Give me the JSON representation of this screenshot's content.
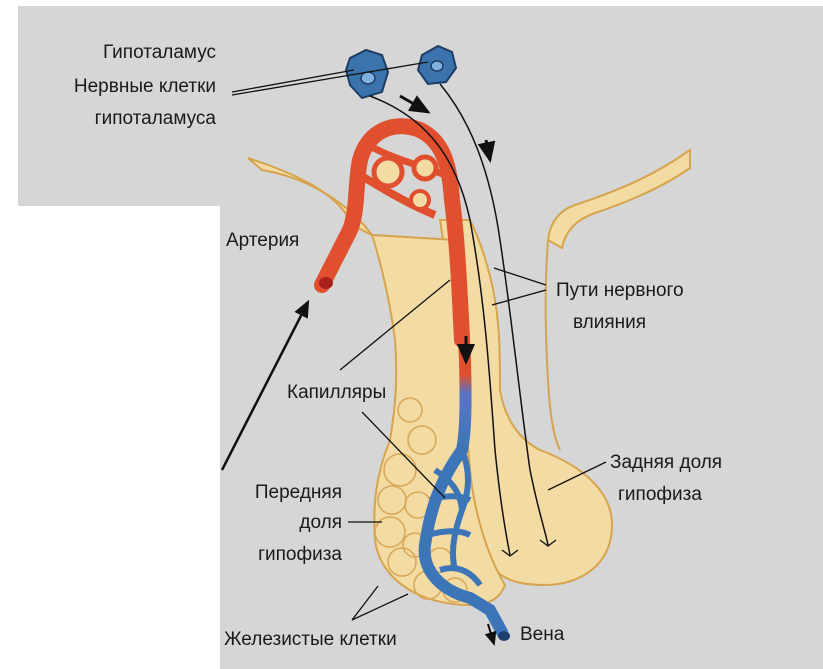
{
  "labels": {
    "hypothalamus": "Гипоталамус",
    "neurons_line1": "Нервные клетки",
    "neurons_line2": "гипоталамуса",
    "artery": "Артерия",
    "nerve_paths_line1": "Пути нервного",
    "nerve_paths_line2": "влияния",
    "capillaries": "Капилляры",
    "posterior_line1": "Задняя доля",
    "posterior_line2": "гипофиза",
    "anterior_line1": "Передняя",
    "anterior_line2": "доля",
    "anterior_line3": "гипофиза",
    "glandular_cells": "Железистые клетки",
    "vein": "Вена"
  },
  "colors": {
    "background_panel": "#d6d6d6",
    "tissue_fill": "#f3dba4",
    "tissue_outline": "#d6a44e",
    "artery_red": "#e0502f",
    "vein_blue": "#3d76b8",
    "neuron_blue": "#3b74ad",
    "text": "#1a1a1a"
  }
}
